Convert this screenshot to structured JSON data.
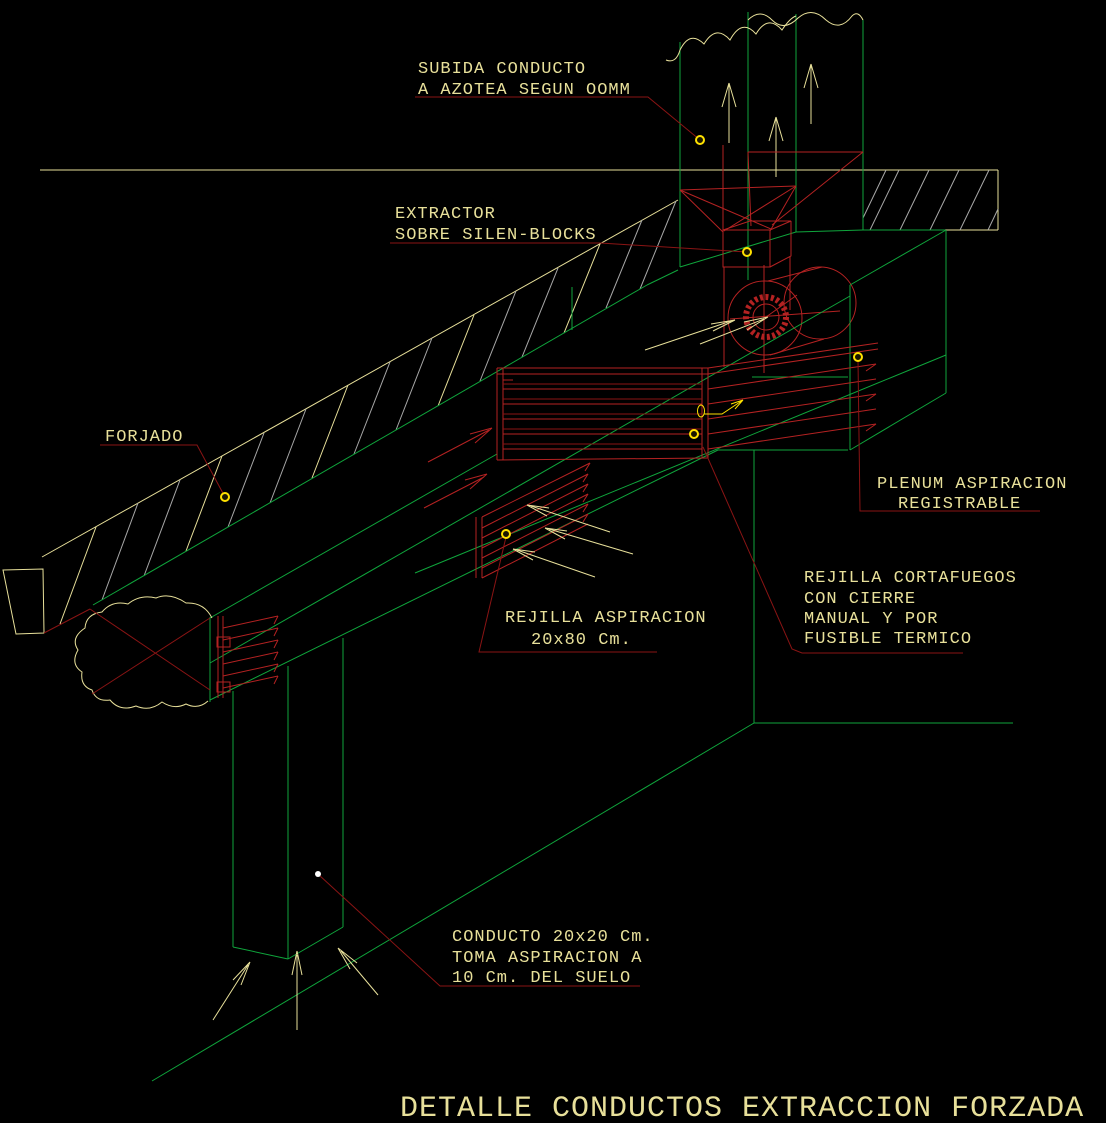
{
  "drawing": {
    "title": "DETALLE CONDUCTOS EXTRACCION FORZADA",
    "colors": {
      "background": "#000000",
      "duct_green": "#0fa53c",
      "detail_red": "#b42222",
      "leader_red": "#8a1414",
      "text_khaki": "#e8e09a",
      "hatch_gray": "#a8a8a8",
      "grip_yellow": "#ffe100",
      "grip_white": "#ffffff"
    },
    "labels": {
      "subida": {
        "line1": "SUBIDA CONDUCTO",
        "line2": "A AZOTEA SEGUN OOMM"
      },
      "extractor": {
        "line1": "EXTRACTOR",
        "line2": "SOBRE SILEN-BLOCKS"
      },
      "forjado": {
        "line1": "FORJADO"
      },
      "plenum": {
        "line1": "PLENUM ASPIRACION",
        "line2": "REGISTRABLE"
      },
      "rejilla_aspiracion": {
        "line1": "REJILLA ASPIRACION",
        "line2": "20x80 Cm."
      },
      "rejilla_cortafuegos": {
        "line1": "REJILLA CORTAFUEGOS",
        "line2": "CON CIERRE",
        "line3": "MANUAL Y POR",
        "line4": "FUSIBLE TERMICO"
      },
      "conducto": {
        "line1": "CONDUCTO 20x20 Cm.",
        "line2": "TOMA ASPIRACION A",
        "line3": "10 Cm. DEL SUELO"
      }
    }
  }
}
